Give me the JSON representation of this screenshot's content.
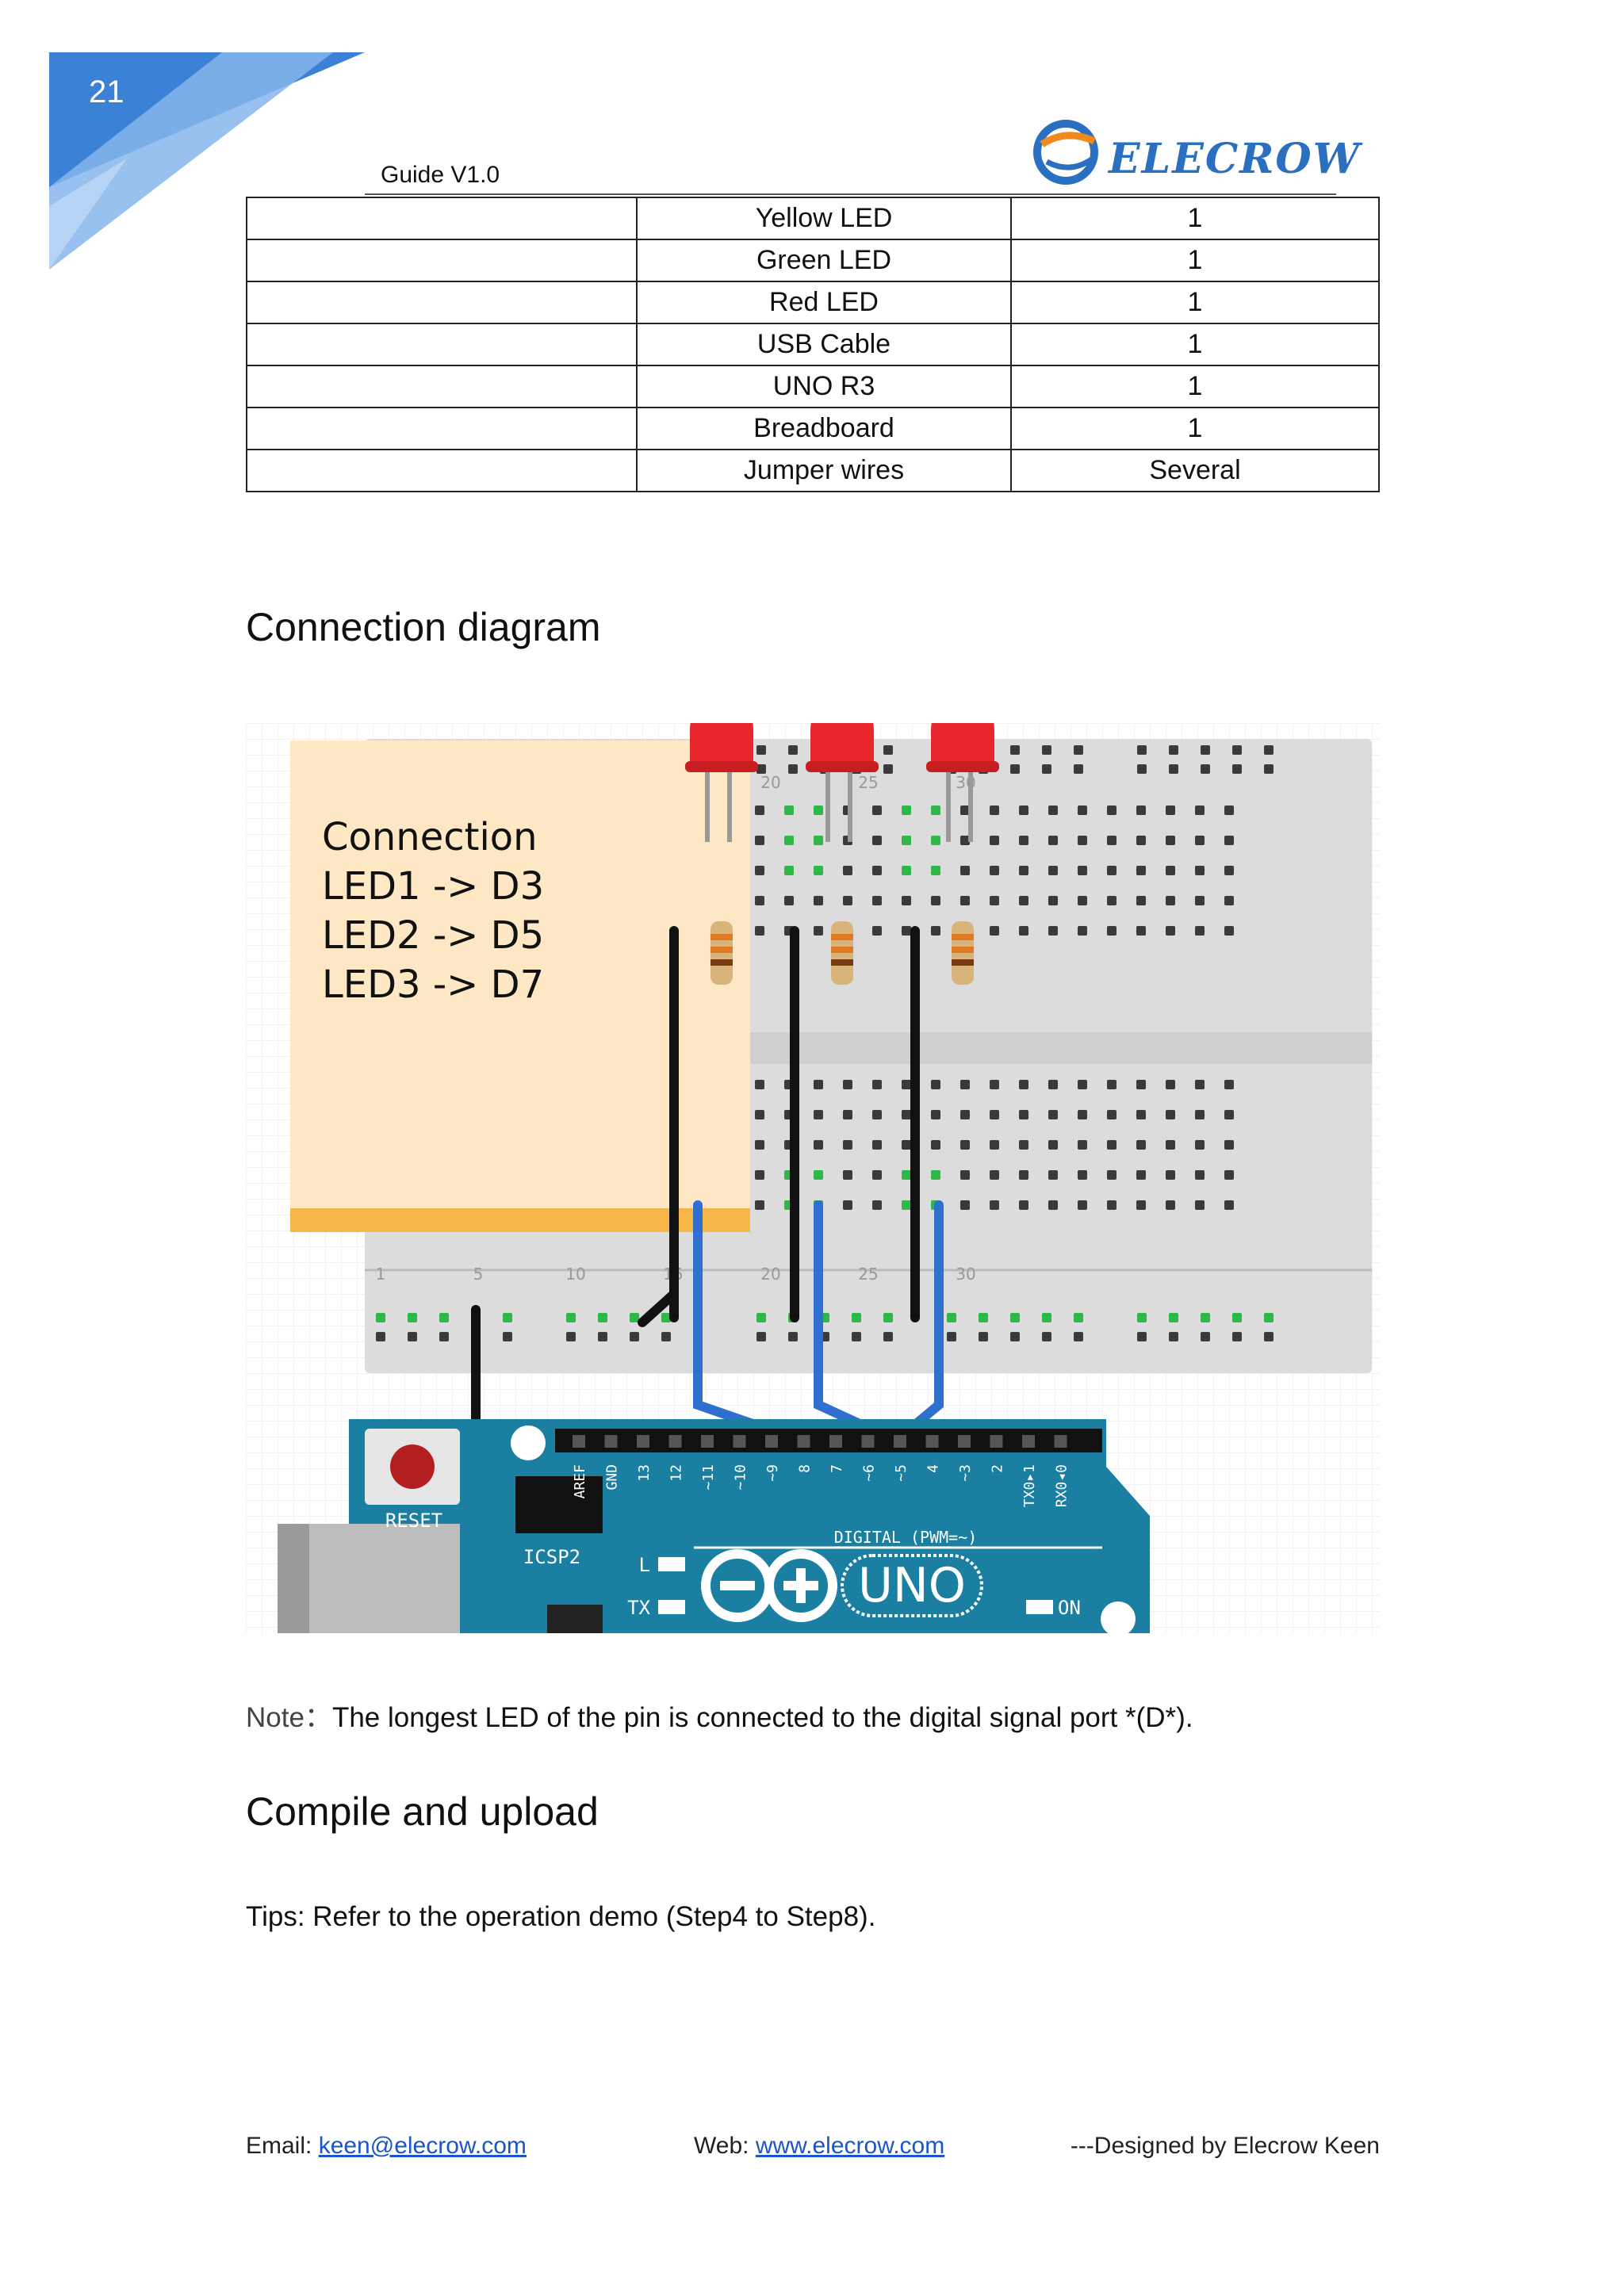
{
  "header": {
    "page_number": "21",
    "guide_label": "Guide  V1.0",
    "logo_text": "ELECROW",
    "accent_color": "#4a90d9"
  },
  "parts_table": {
    "rows": [
      [
        "",
        "Yellow LED",
        "1"
      ],
      [
        "",
        "Green LED",
        "1"
      ],
      [
        "",
        "Red LED",
        "1"
      ],
      [
        "",
        "USB Cable",
        "1"
      ],
      [
        "",
        "UNO R3",
        "1"
      ],
      [
        "",
        "Breadboard",
        "1"
      ],
      [
        "",
        "Jumper wires",
        "Several"
      ]
    ]
  },
  "sections": {
    "connection_title": "Connection diagram",
    "compile_title": "Compile and upload"
  },
  "diagram": {
    "note_lines": [
      "Connection",
      "LED1 -> D3",
      "LED2 -> D5",
      "LED3 -> D7"
    ],
    "board_labels": {
      "reset": "RESET",
      "icsp": "ICSP2",
      "digital": "DIGITAL (PWM=~)",
      "uno": "UNO",
      "l": "L",
      "tx": "TX",
      "on": "ON",
      "pins": [
        "AREF",
        "GND",
        "13",
        "12",
        "~11",
        "~10",
        "~9",
        "8",
        "7",
        "~6",
        "~5",
        "4",
        "~3",
        "2",
        "TX0▸1",
        "RX0◂0"
      ]
    },
    "column_numbers": [
      "1",
      "5",
      "10",
      "15",
      "20",
      "25",
      "30"
    ],
    "colors": {
      "led": "#e8262b",
      "wire_blue": "#2f6fd0",
      "wire_black": "#111111",
      "board": "#1a7fa0",
      "note_bg": "#fde7c4"
    }
  },
  "note": {
    "label": "Note：",
    "text": "The longest LED of the pin is connected to the digital signal port *(D*)."
  },
  "tips": "Tips: Refer to the operation demo (Step4 to Step8).",
  "footer": {
    "email_label": "Email: ",
    "email": "keen@elecrow.com",
    "web_label": "Web: ",
    "web": "www.elecrow.com",
    "designed_prefix": "---Designed by ",
    "designer": "Elecrow Keen"
  }
}
